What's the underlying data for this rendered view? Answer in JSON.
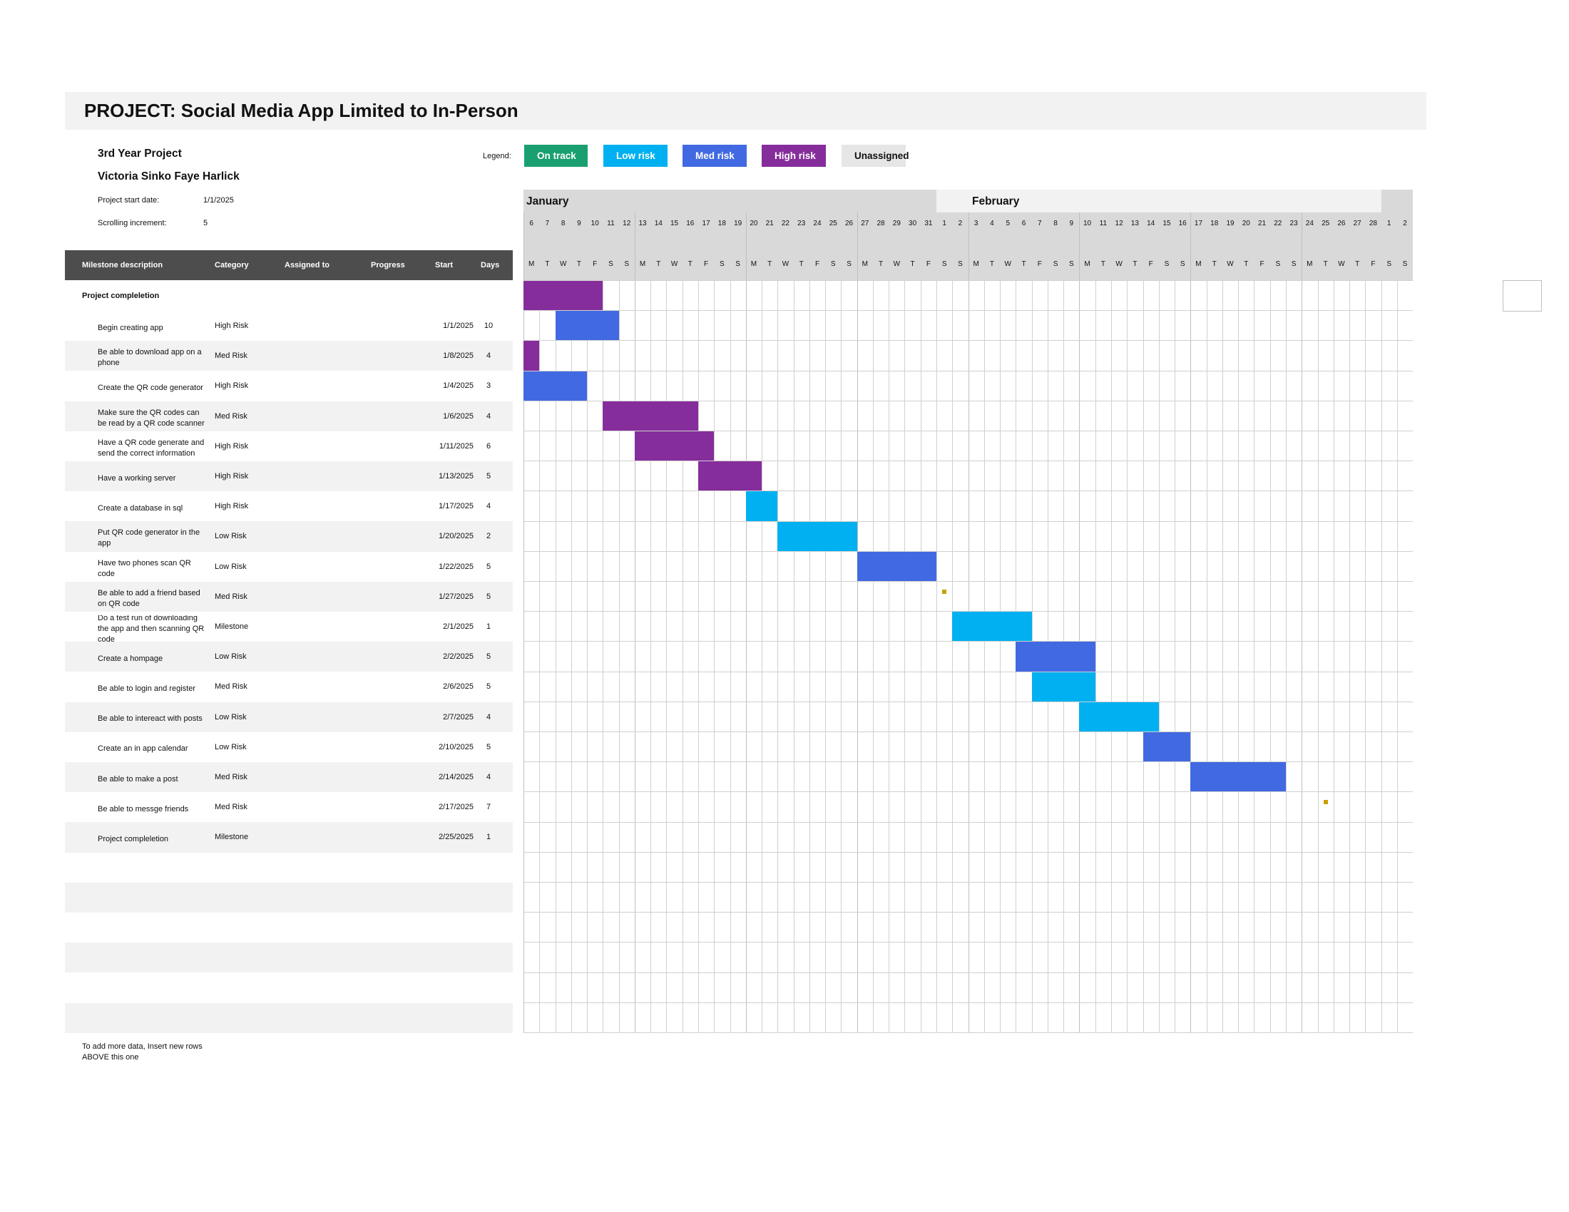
{
  "project": {
    "title": "PROJECT: Social Media App Limited to In-Person",
    "subtitle": "3rd Year Project",
    "author": "Victoria Sinko Faye Harlick",
    "start_label": "Project start date:",
    "start_value": "1/1/2025",
    "increment_label": "Scrolling increment:",
    "increment_value": "5"
  },
  "legend": {
    "label": "Legend:",
    "items": [
      {
        "label": "On track",
        "color": "#1aa070"
      },
      {
        "label": "Low risk",
        "color": "#00b0f0"
      },
      {
        "label": "Med risk",
        "color": "#4169e1"
      },
      {
        "label": "High risk",
        "color": "#862d9c"
      },
      {
        "label": "Unassigned",
        "color": "#e6e6e6"
      }
    ]
  },
  "table": {
    "headers": {
      "milestone": "Milestone description",
      "category": "Category",
      "assigned": "Assigned to",
      "progress": "Progress",
      "start": "Start",
      "days": "Days"
    },
    "section_label": "Project compleletion",
    "rows": [
      {
        "milestone": "Begin creating app",
        "category": "High Risk",
        "start": "1/1/2025",
        "days": "10"
      },
      {
        "milestone": "Be able to download app on a phone",
        "category": "Med Risk",
        "start": "1/8/2025",
        "days": "4"
      },
      {
        "milestone": "Create the QR code generator",
        "category": "High Risk",
        "start": "1/4/2025",
        "days": "3"
      },
      {
        "milestone": "Make sure the QR codes can be read by a QR code scanner",
        "category": "Med Risk",
        "start": "1/6/2025",
        "days": "4"
      },
      {
        "milestone": "Have a QR code generate and send the correct information",
        "category": "High Risk",
        "start": "1/11/2025",
        "days": "6"
      },
      {
        "milestone": "Have a working server",
        "category": "High Risk",
        "start": "1/13/2025",
        "days": "5"
      },
      {
        "milestone": "Create a database in sql",
        "category": "High Risk",
        "start": "1/17/2025",
        "days": "4"
      },
      {
        "milestone": "Put QR code generator in the app",
        "category": "Low Risk",
        "start": "1/20/2025",
        "days": "2"
      },
      {
        "milestone": "Have two phones scan QR code",
        "category": "Low Risk",
        "start": "1/22/2025",
        "days": "5"
      },
      {
        "milestone": "Be able to add a friend based on QR code",
        "category": "Med Risk",
        "start": "1/27/2025",
        "days": "5"
      },
      {
        "milestone": "Do a test run of downloading the app and then scanning QR code",
        "category": "Milestone",
        "start": "2/1/2025",
        "days": "1"
      },
      {
        "milestone": "Create a hompage",
        "category": "Low Risk",
        "start": "2/2/2025",
        "days": "5"
      },
      {
        "milestone": "Be able to login and register",
        "category": "Med Risk",
        "start": "2/6/2025",
        "days": "5"
      },
      {
        "milestone": "Be able to intereact with posts",
        "category": "Low Risk",
        "start": "2/7/2025",
        "days": "4"
      },
      {
        "milestone": "Create an in app calendar",
        "category": "Low Risk",
        "start": "2/10/2025",
        "days": "5"
      },
      {
        "milestone": "Be able to make a post",
        "category": "Med Risk",
        "start": "2/14/2025",
        "days": "4"
      },
      {
        "milestone": "Be able to messge friends",
        "category": "Med Risk",
        "start": "2/17/2025",
        "days": "7"
      },
      {
        "milestone": "Project compleletion",
        "category": "Milestone",
        "start": "2/25/2025",
        "days": "1"
      }
    ],
    "footer_note": "To add more data, Insert new rows ABOVE this one"
  },
  "chart_data": {
    "type": "gantt",
    "x_range": [
      "1/6/2025",
      "3/2/2025"
    ],
    "x": {
      "months": [
        {
          "label": "January",
          "first_day": "1/6/2025"
        },
        {
          "label": "February",
          "first_day": "2/1/2025"
        }
      ],
      "day_numbers": [
        "6",
        "7",
        "8",
        "9",
        "10",
        "11",
        "12",
        "13",
        "14",
        "15",
        "16",
        "17",
        "18",
        "19",
        "20",
        "21",
        "22",
        "23",
        "24",
        "25",
        "26",
        "27",
        "28",
        "29",
        "30",
        "31",
        "1",
        "2",
        "3",
        "4",
        "5",
        "6",
        "7",
        "8",
        "9",
        "10",
        "11",
        "12",
        "13",
        "14",
        "15",
        "16",
        "17",
        "18",
        "19",
        "20",
        "21",
        "22",
        "23",
        "24",
        "25",
        "26",
        "27",
        "28",
        "1",
        "2"
      ],
      "weekday_letters": [
        "M",
        "T",
        "W",
        "T",
        "F",
        "S",
        "S",
        "M",
        "T",
        "W",
        "T",
        "F",
        "S",
        "S",
        "M",
        "T",
        "W",
        "T",
        "F",
        "S",
        "S",
        "M",
        "T",
        "W",
        "T",
        "F",
        "S",
        "S",
        "M",
        "T",
        "W",
        "T",
        "F",
        "S",
        "S",
        "M",
        "T",
        "W",
        "T",
        "F",
        "S",
        "S",
        "M",
        "T",
        "W",
        "T",
        "F",
        "S",
        "S",
        "M",
        "T",
        "W",
        "T",
        "F",
        "S",
        "S"
      ]
    },
    "series": [
      {
        "name": "High risk",
        "color": "#862d9c",
        "tasks": [
          {
            "row": 0,
            "start": "1/6/2025",
            "end": "1/10/2025"
          },
          {
            "row": 2,
            "start": "1/6/2025",
            "end": "1/6/2025"
          },
          {
            "row": 4,
            "start": "1/11/2025",
            "end": "1/16/2025"
          },
          {
            "row": 5,
            "start": "1/13/2025",
            "end": "1/17/2025"
          },
          {
            "row": 6,
            "start": "1/17/2025",
            "end": "1/20/2025"
          }
        ]
      },
      {
        "name": "Med risk",
        "color": "#4169e1",
        "tasks": [
          {
            "row": 1,
            "start": "1/8/2025",
            "end": "1/11/2025"
          },
          {
            "row": 3,
            "start": "1/6/2025",
            "end": "1/9/2025"
          },
          {
            "row": 9,
            "start": "1/27/2025",
            "end": "1/31/2025"
          },
          {
            "row": 12,
            "start": "2/6/2025",
            "end": "2/10/2025"
          },
          {
            "row": 15,
            "start": "2/14/2025",
            "end": "2/16/2025"
          },
          {
            "row": 16,
            "start": "2/17/2025",
            "end": "2/22/2025"
          }
        ]
      },
      {
        "name": "Low risk",
        "color": "#00b0f0",
        "tasks": [
          {
            "row": 7,
            "start": "1/20/2025",
            "end": "1/21/2025"
          },
          {
            "row": 8,
            "start": "1/22/2025",
            "end": "1/26/2025"
          },
          {
            "row": 11,
            "start": "2/2/2025",
            "end": "2/6/2025"
          },
          {
            "row": 13,
            "start": "2/7/2025",
            "end": "2/10/2025"
          },
          {
            "row": 14,
            "start": "2/10/2025",
            "end": "2/14/2025"
          }
        ]
      },
      {
        "name": "Milestone",
        "color": "#c9a000",
        "tasks": [
          {
            "row": 10,
            "start": "2/1/2025",
            "end": "2/1/2025"
          },
          {
            "row": 17,
            "start": "2/25/2025",
            "end": "2/25/2025"
          }
        ]
      }
    ]
  }
}
